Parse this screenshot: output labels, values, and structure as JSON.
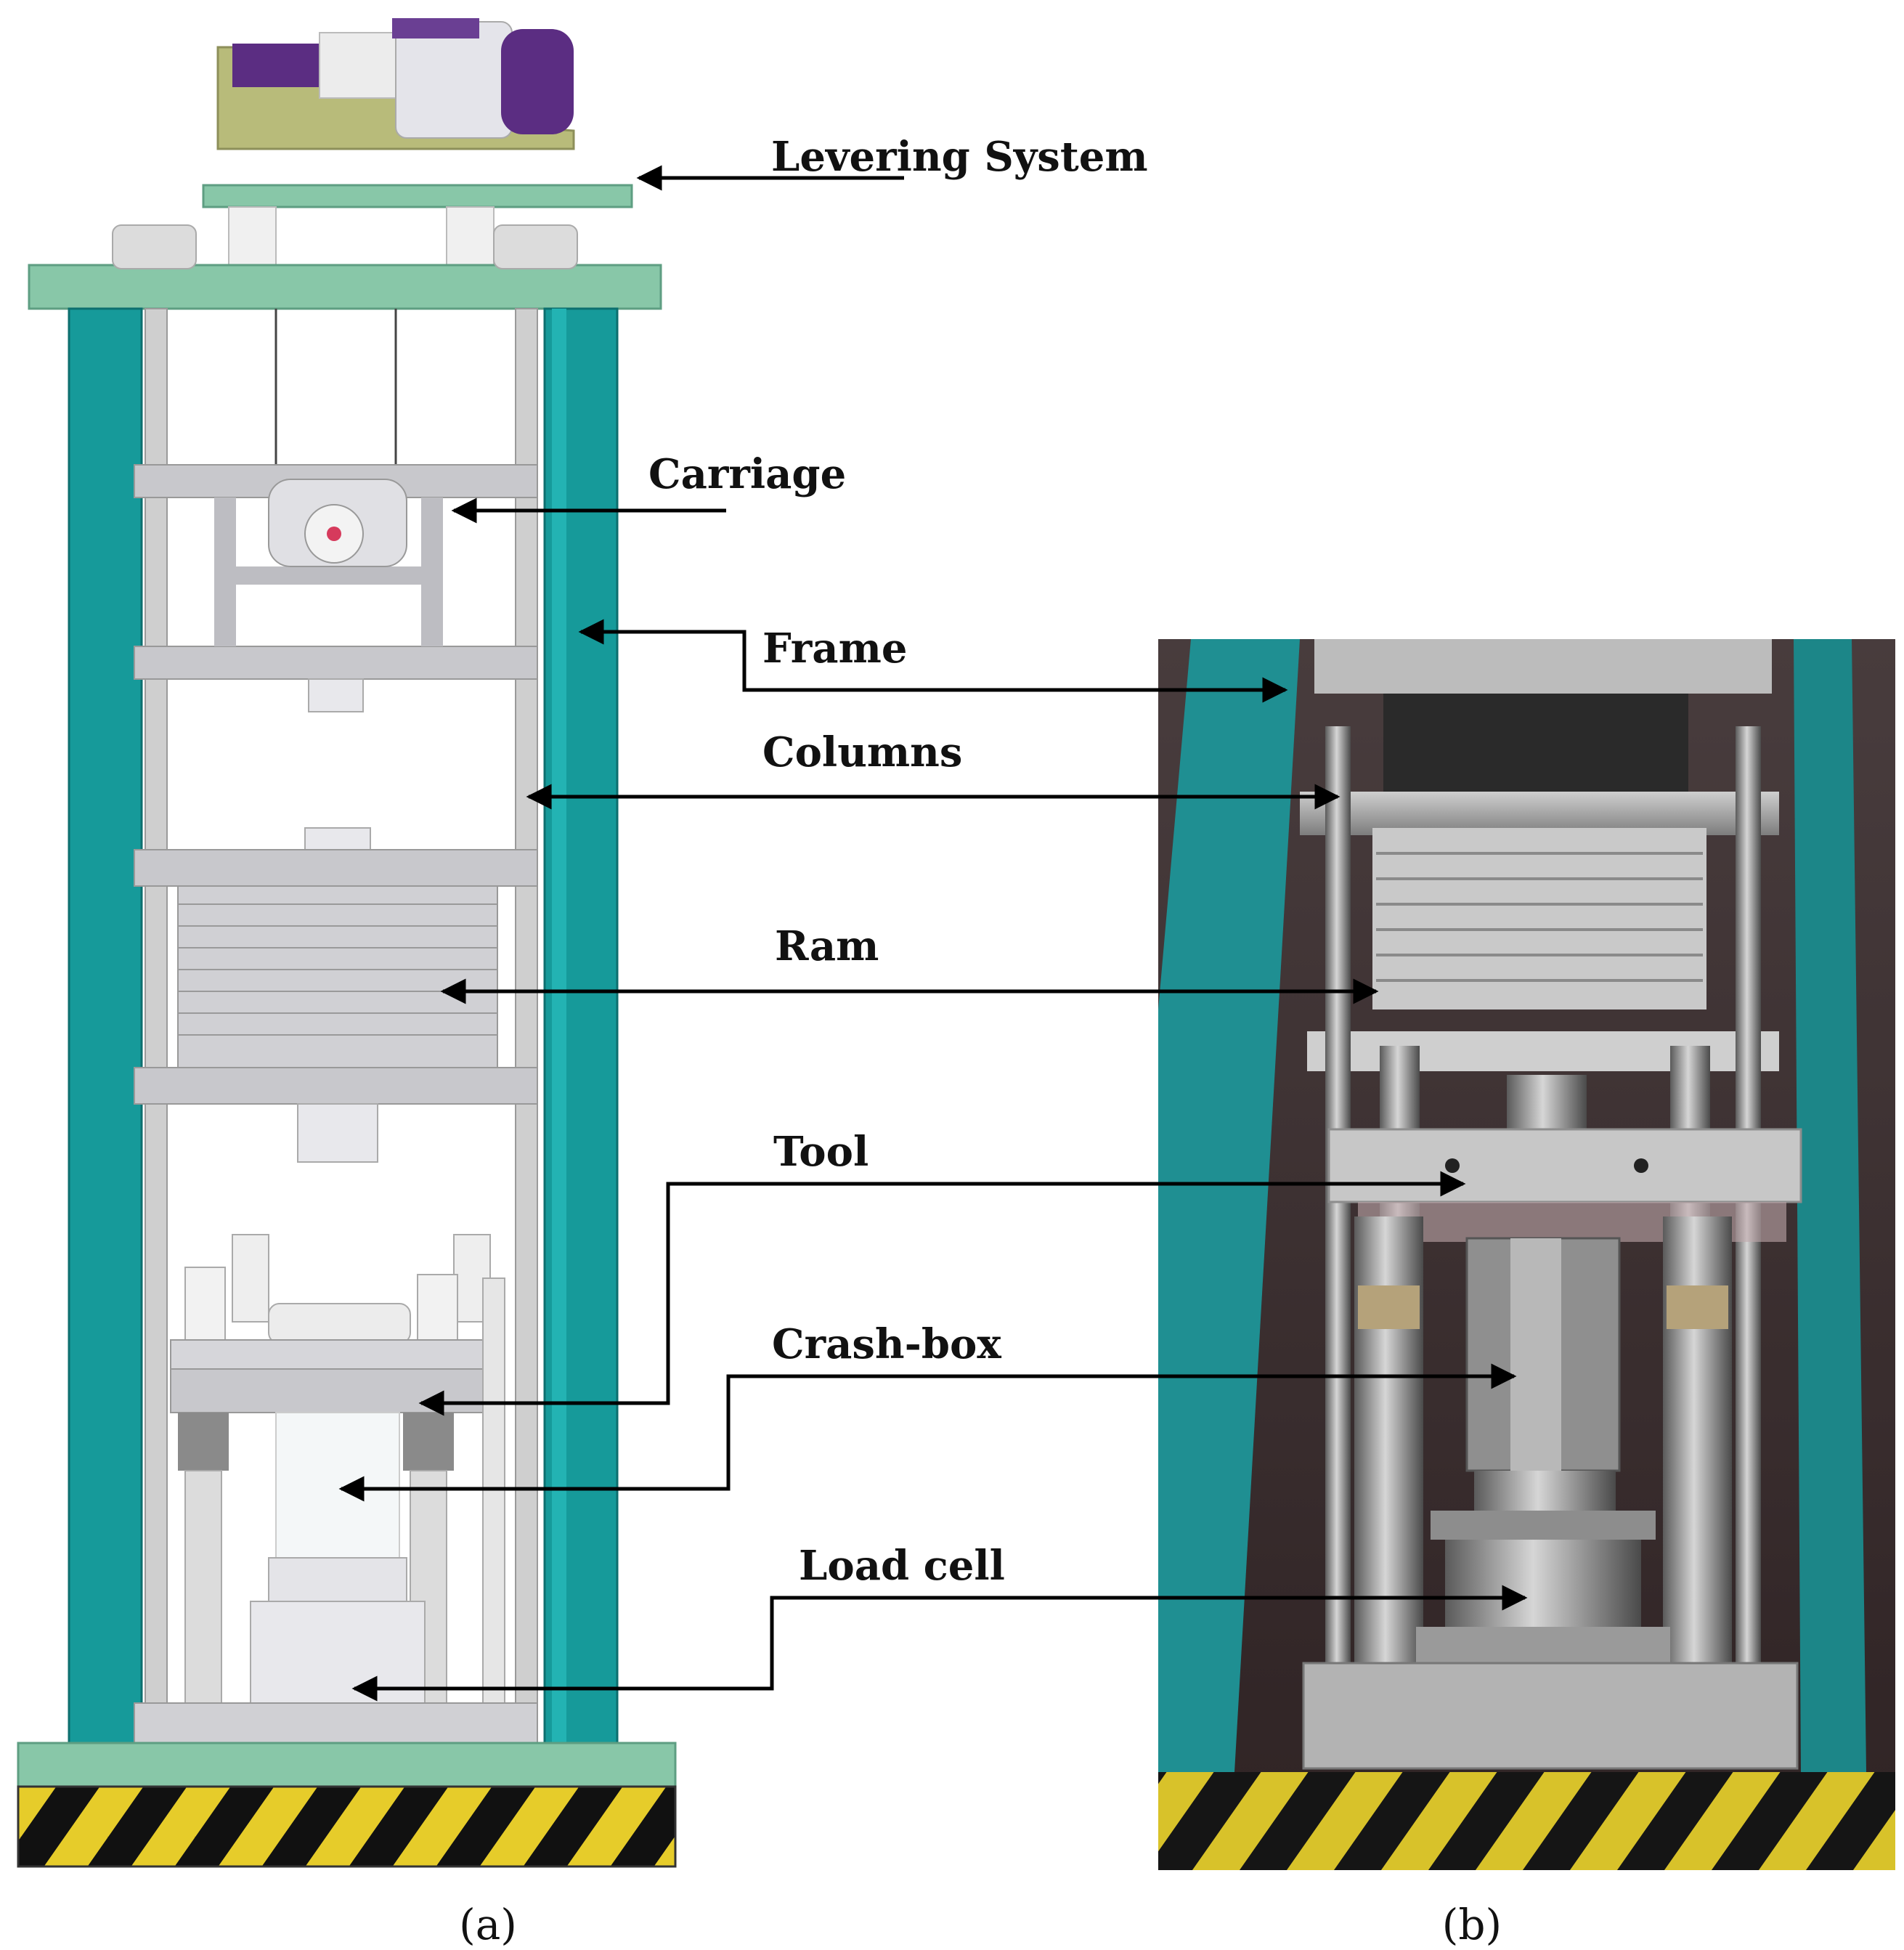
{
  "labels": {
    "levering_system": "Levering System",
    "carriage": "Carriage",
    "frame": "Frame",
    "columns": "Columns",
    "ram": "Ram",
    "tool": "Tool",
    "crash_box": "Crash-box",
    "load_cell": "Load cell"
  },
  "captions": {
    "a": "(a)",
    "b": "(b)"
  },
  "colors": {
    "frame_teal": "#169a9a",
    "plate_green": "#88c7a8",
    "motor_purple": "#5b2d82",
    "base_olive": "#b8bb7a",
    "hazard_yellow": "#e6cc2a",
    "hazard_black": "#111111"
  }
}
